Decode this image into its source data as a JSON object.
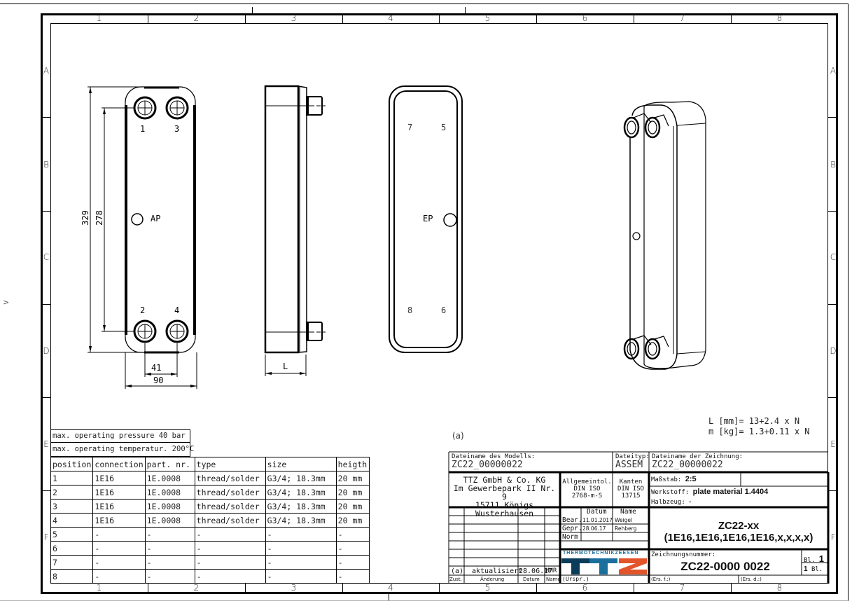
{
  "drawing": {
    "grid_columns": [
      "1",
      "2",
      "3",
      "4",
      "5",
      "6",
      "7",
      "8"
    ],
    "grid_rows": [
      "A",
      "B",
      "C",
      "D",
      "E",
      "F"
    ],
    "side_marker": ">",
    "front_view": {
      "ports_top": [
        "1",
        "3"
      ],
      "ports_bottom": [
        "2",
        "4"
      ],
      "vent_label": "AP",
      "dim_total_height": "329",
      "dim_port_spacing_v": "278",
      "dim_port_spacing_h": "41",
      "dim_width": "90"
    },
    "side_view": {
      "dim_label": "L"
    },
    "back_view": {
      "ports_top": [
        "7",
        "5"
      ],
      "ports_bottom": [
        "8",
        "6"
      ],
      "drain_label": "EP"
    },
    "formula": {
      "length": "L [mm]= 13+2.4 x N",
      "mass": "m [kg]= 1.3+0.11 x N"
    },
    "revision_marker": "(a)"
  },
  "conditions": {
    "pressure": "max. operating pressure 40 bar",
    "temperature": "max. operating temperatur. 200°C"
  },
  "parts_table": {
    "headers": [
      "position",
      "connection",
      "part. nr.",
      "type",
      "size",
      "heigth"
    ],
    "rows": [
      [
        "1",
        "1E16",
        "1E.0008",
        "thread/solder",
        "G3/4; 18.3mm",
        "20 mm"
      ],
      [
        "2",
        "1E16",
        "1E.0008",
        "thread/solder",
        "G3/4; 18.3mm",
        "20 mm"
      ],
      [
        "3",
        "1E16",
        "1E.0008",
        "thread/solder",
        "G3/4; 18.3mm",
        "20 mm"
      ],
      [
        "4",
        "1E16",
        "1E.0008",
        "thread/solder",
        "G3/4; 18.3mm",
        "20 mm"
      ],
      [
        "5",
        "-",
        "-",
        "-",
        "-",
        "-"
      ],
      [
        "6",
        "-",
        "-",
        "-",
        "-",
        "-"
      ],
      [
        "7",
        "-",
        "-",
        "-",
        "-",
        "-"
      ],
      [
        "8",
        "-",
        "-",
        "-",
        "-",
        "-"
      ]
    ]
  },
  "title_block": {
    "model_file_label": "Dateiname des Modells:",
    "model_file": "ZC22_00000022",
    "file_type_label": "Dateityp:",
    "file_type": "ASSEM",
    "drawing_file_label": "Dateiname der Zeichnung:",
    "drawing_file": "ZC22_00000022",
    "company": [
      "TTZ GmbH & Co. KG",
      "Im Gewerbepark II Nr. 9",
      "15711 Königs Wusterhausen"
    ],
    "general_tol": [
      "Allgemeintol.",
      "DIN ISO",
      "2768-m-S"
    ],
    "edges": [
      "Kanten",
      "DIN ISO",
      "13715"
    ],
    "scale_label": "Maßstab:",
    "scale": "2:5",
    "material_label": "Werkstoff:",
    "material": "plate material 1.4404",
    "semi_label": "Halbzeug:",
    "semi": "-",
    "approval_headers": [
      "Datum",
      "Name"
    ],
    "approvals": [
      {
        "role": "Bear.",
        "date": "11.01.2017",
        "name": "Weigel"
      },
      {
        "role": "Gepr.",
        "date": "28.06.17",
        "name": "Rehberg"
      },
      {
        "role": "Norm",
        "date": "",
        "name": ""
      }
    ],
    "title": "ZC22-xx (1E16,1E16,1E16,1E16,x,x,x,x)",
    "drawing_number_label": "Zeichnungsnummer:",
    "drawing_number": "ZC22-0000 0022",
    "sheet_label": "Bl.",
    "sheet": "1",
    "sheets_total": "1",
    "sheets_label": "Bl.",
    "replaces_for": "(Ers. f.:)",
    "replaced_by": "(Ers. d.:)",
    "origin": "(Urspr.)",
    "revision": {
      "mark": "(a)",
      "change": "aktualisiert",
      "date": "28.06.17",
      "name": "MMR"
    },
    "revision_headers": [
      "Zust.",
      "Änderung",
      "Datum",
      "Name"
    ],
    "logo_text": "THERMOTECHNIKZEESEN",
    "logo_letters": "TTZ"
  },
  "colors": {
    "logo_dark": "#0b3d5a",
    "logo_blue": "#1a6f9c",
    "logo_orange": "#e2542a"
  }
}
